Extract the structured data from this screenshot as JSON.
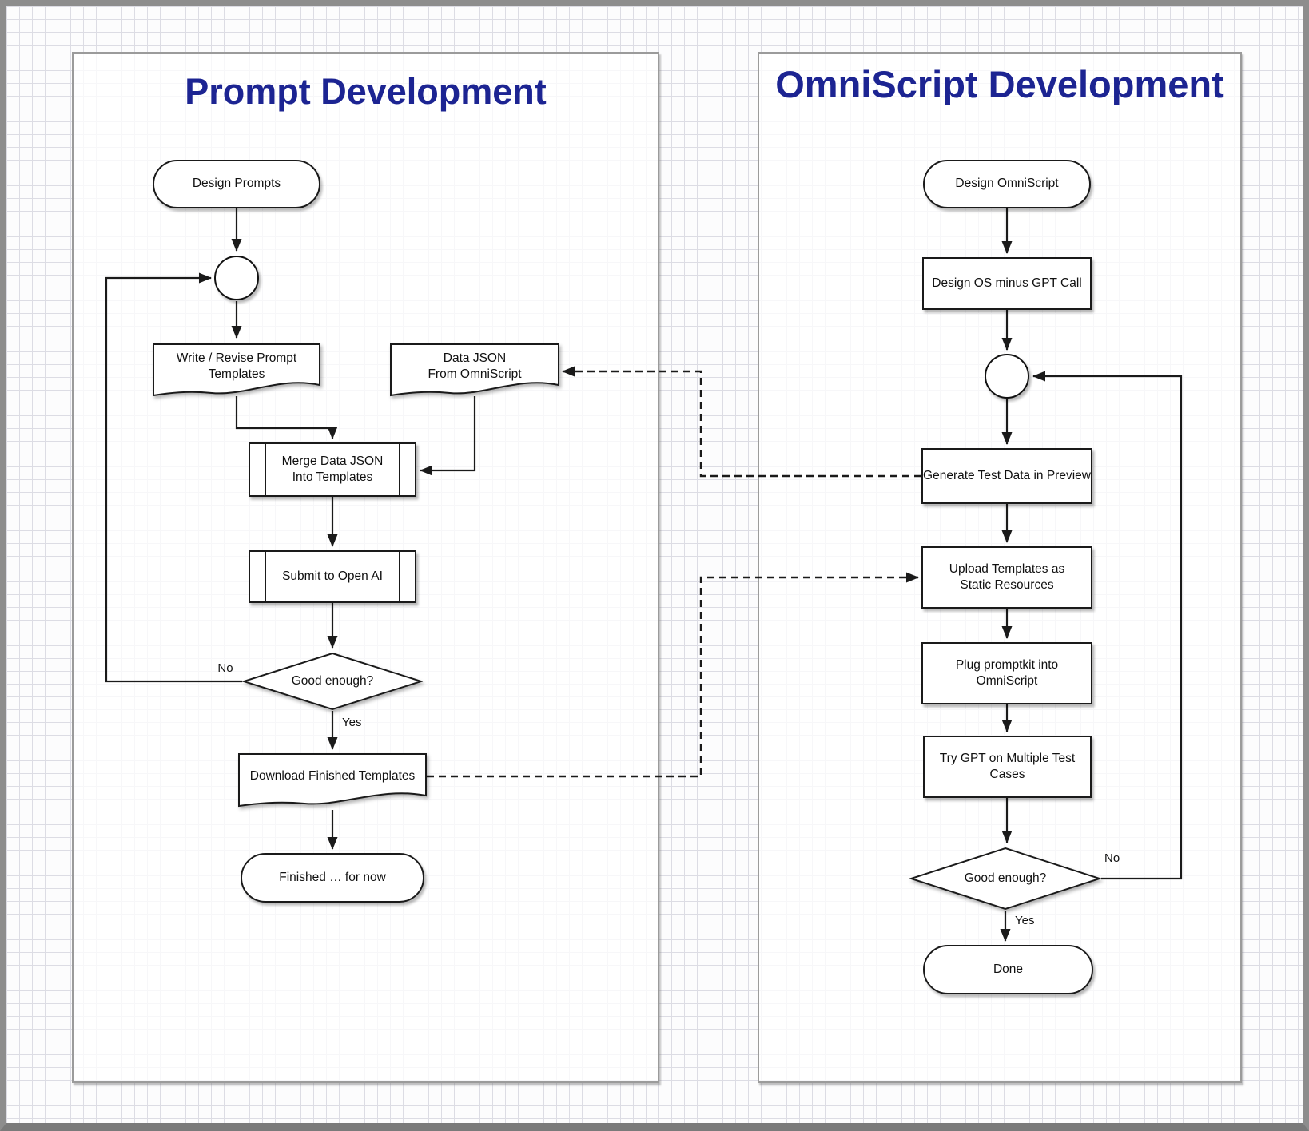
{
  "left_panel": {
    "title": "Prompt Development",
    "nodes": {
      "design_prompts": "Design Prompts",
      "write_revise": [
        "Write / Revise Prompt",
        "Templates"
      ],
      "data_json": [
        "Data JSON",
        "From OmniScript"
      ],
      "merge": [
        "Merge Data JSON",
        "Into Templates"
      ],
      "submit": "Submit to Open AI",
      "decision": "Good enough?",
      "download": "Download Finished Templates",
      "finished": "Finished … for now"
    },
    "edge_labels": {
      "no": "No",
      "yes": "Yes"
    }
  },
  "right_panel": {
    "title": "OmniScript Development",
    "nodes": {
      "design_omniscript": "Design OmniScript",
      "design_os_minus_gpt": "Design OS minus GPT Call",
      "generate_test_data": "Generate Test Data in Preview",
      "upload_templates": [
        "Upload Templates as",
        "Static Resources"
      ],
      "plug_promptkit": [
        "Plug promptkit into",
        "OmniScript"
      ],
      "try_gpt": "Try GPT on Multiple Test Cases",
      "decision": "Good enough?",
      "done": "Done"
    },
    "edge_labels": {
      "no": "No",
      "yes": "Yes"
    }
  },
  "colors": {
    "title_text": "#1c2492",
    "shape_border": "#1a1a1a",
    "connector": "#1a1a1a",
    "panel_border": "#9b9b9b",
    "grid_line": "#dcdce4"
  }
}
